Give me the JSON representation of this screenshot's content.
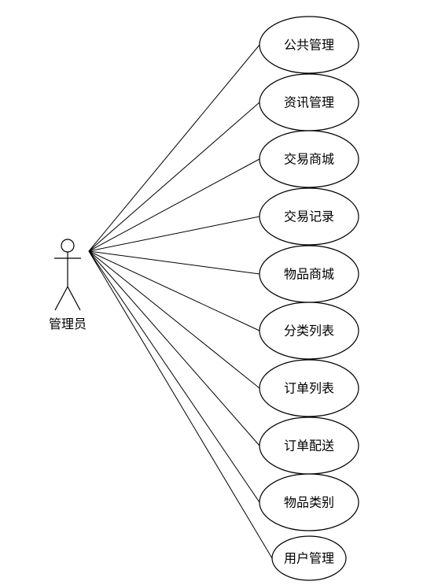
{
  "actor": {
    "name": "管理员"
  },
  "use_cases": [
    {
      "label": "公共管理"
    },
    {
      "label": "资讯管理"
    },
    {
      "label": "交易商城"
    },
    {
      "label": "交易记录"
    },
    {
      "label": "物品商城"
    },
    {
      "label": "分类列表"
    },
    {
      "label": "订单列表"
    },
    {
      "label": "订单配送"
    },
    {
      "label": "物品类别"
    },
    {
      "label": "用户管理"
    }
  ]
}
